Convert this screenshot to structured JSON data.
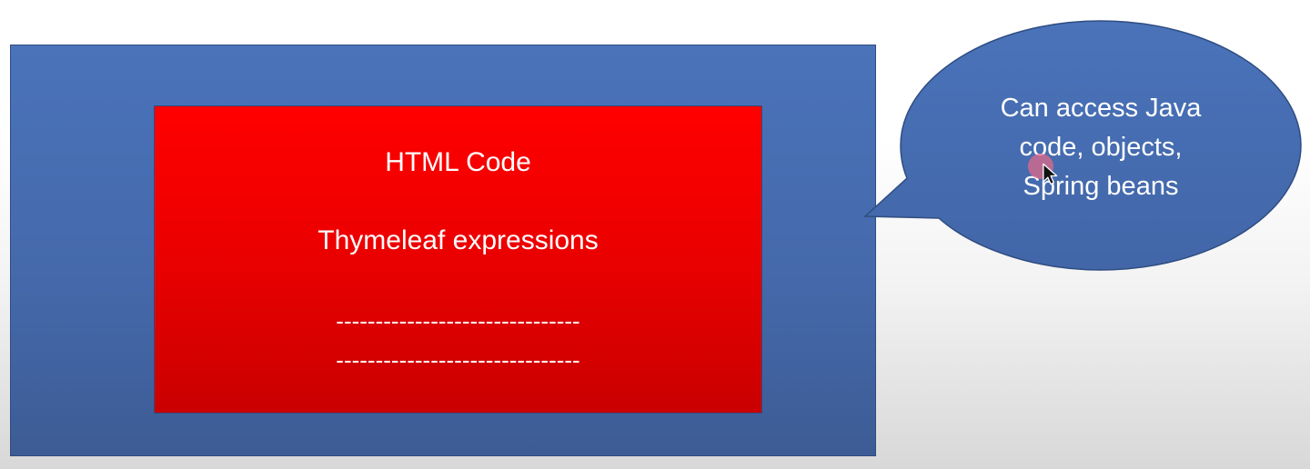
{
  "diagram": {
    "outer_box": {
      "color": "#4472c4"
    },
    "inner_box": {
      "color": "#ff0000",
      "lines": [
        "HTML Code",
        "Thymeleaf expressions",
        "-------------------------------",
        "-------------------------------"
      ]
    },
    "callout": {
      "color": "#4472c4",
      "lines": [
        "Can access Java",
        "code, objects,",
        "Spring beans"
      ]
    }
  },
  "icons": {
    "cursor": "mouse-pointer-icon"
  }
}
